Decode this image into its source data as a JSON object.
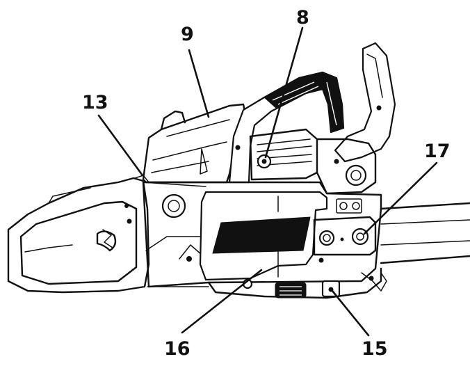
{
  "callouts": {
    "c8": "8",
    "c9": "9",
    "c13": "13",
    "c15": "15",
    "c16": "16",
    "c17": "17"
  },
  "icons": {
    "body": "chainsaw-body-illustration",
    "handle": "top-handle",
    "guard": "chain-brake-hand-guard",
    "bar": "guide-bar",
    "cover": "sprocket-cover"
  },
  "colors": {
    "ink": "#111111",
    "background": "#ffffff"
  }
}
